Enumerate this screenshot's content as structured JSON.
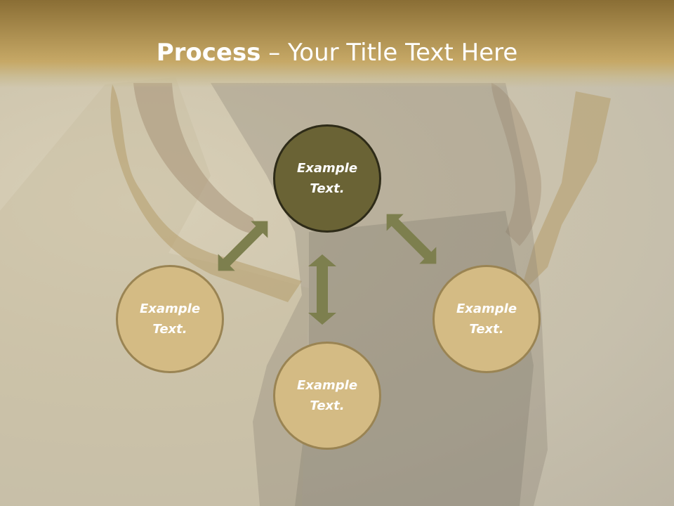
{
  "slide": {
    "title_bold": "Process",
    "title_rest": " – Your Title Text Here",
    "circles": [
      {
        "label": "Example Text."
      },
      {
        "label": "Example Text."
      },
      {
        "label": "Example Text."
      },
      {
        "label": "Example Text."
      }
    ]
  },
  "colors": {
    "header": "#a88b4d",
    "center_circle": "#6a6335",
    "outer_circle": "#d4bb84",
    "arrow": "#7d7f4e"
  },
  "icons": [
    "double-arrow-icon"
  ]
}
